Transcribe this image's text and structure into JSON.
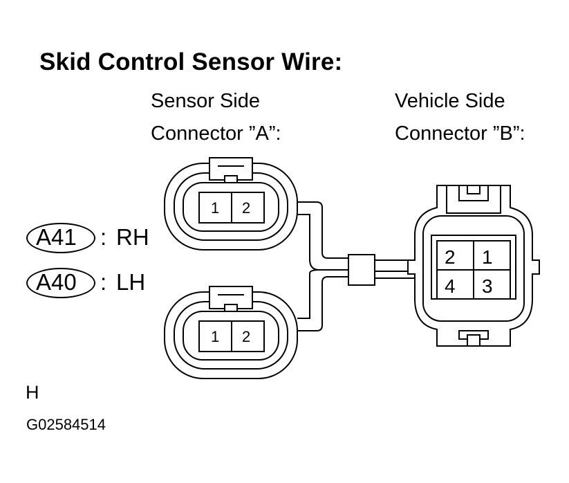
{
  "title": "Skid Control Sensor Wire:",
  "sensor_side": {
    "line1": "Sensor Side",
    "line2": "Connector ”A”:"
  },
  "vehicle_side": {
    "line1": "Vehicle Side",
    "line2": "Connector ”B”:"
  },
  "connector_ids": [
    {
      "code": "A41",
      "side": "RH"
    },
    {
      "code": "A40",
      "side": "LH"
    }
  ],
  "separator": ":",
  "connector_a_pins": [
    "1",
    "2"
  ],
  "connector_b_pins": [
    "2",
    "1",
    "4",
    "3"
  ],
  "footer": {
    "letter": "H",
    "figure_id": "G02584514"
  }
}
